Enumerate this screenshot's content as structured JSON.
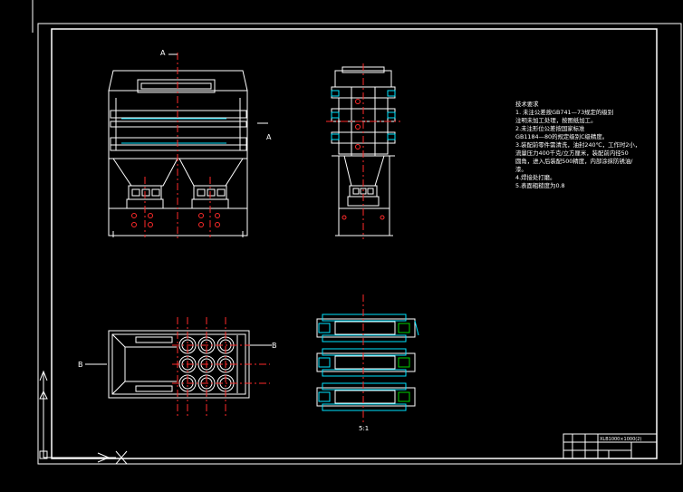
{
  "drawing": {
    "view_labels": {
      "section_a_top": "A",
      "section_a_right": "A",
      "section_b_left": "B",
      "section_b_right": "B",
      "detail_scale": "5:1"
    },
    "tech_notes": [
      "技术要求",
      "1. 未注公差按GB741—73规定的级别",
      "注明未加工处理，按图纸加工。",
      "2.未注形位公差按国家标准",
      "GB1184—80的规定级别C级精度。",
      "3.装配前零件需清洗，油封240℃，工作时2小，",
      "流量压力400千克/立方厘米，装配前内径50",
      "圆角，进入后装配500精度，内部涂抹防锈油/",
      "漆。",
      "4.焊接处打磨。",
      "5.表面粗糙度为0.8"
    ],
    "title_block": {
      "drawing_name": "XLB1000×1000(2)",
      "material": "",
      "scale": "",
      "sheet": ""
    },
    "colors": {
      "line": "#ffffff",
      "center_line": "#ff2a2a",
      "detail_line": "#00e5ff",
      "green": "#00d000",
      "background": "#000000"
    }
  }
}
